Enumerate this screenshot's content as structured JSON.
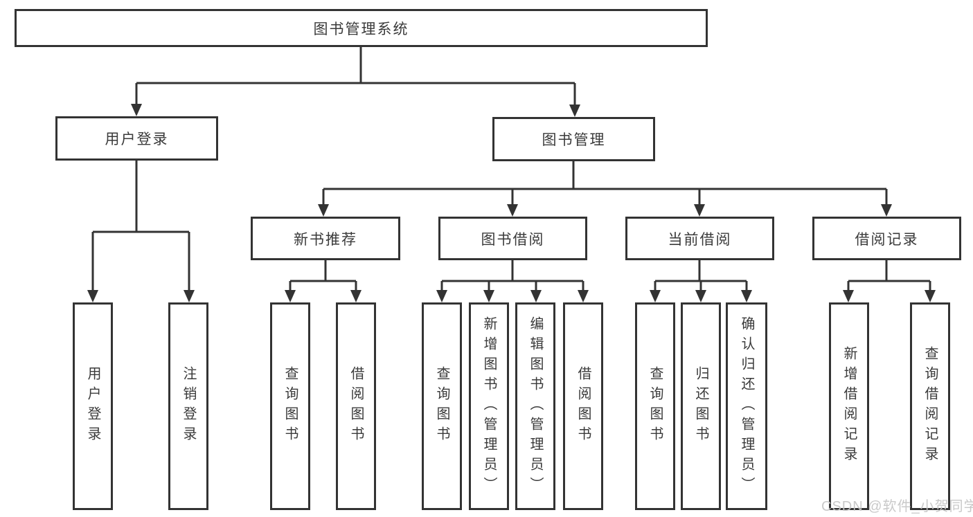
{
  "diagram": {
    "type": "tree-structure-diagram",
    "nodes": {
      "root": "图书管理系统",
      "user_login": "用户登录",
      "book_management": "图书管理",
      "new_book_recommend": "新书推荐",
      "book_borrow": "图书借阅",
      "current_borrow": "当前借阅",
      "borrow_records": "借阅记录"
    },
    "leaves": {
      "user_login": [
        "用户登录",
        "注销登录"
      ],
      "new_book_recommend": [
        "查询图书",
        "借阅图书"
      ],
      "book_borrow": [
        "查询图书",
        "新增图书（管理员）",
        "编辑图书（管理员）",
        "借阅图书"
      ],
      "current_borrow": [
        "查询图书",
        "归还图书",
        "确认归还（管理员）"
      ],
      "borrow_records": [
        "新增借阅记录",
        "查询借阅记录"
      ]
    },
    "colors": {
      "line": "#333333",
      "text": "#3a3a3a",
      "watermark": "#c6c6c6",
      "background": "#ffffff"
    }
  },
  "watermark": "CSDN @软件_小贺同学"
}
